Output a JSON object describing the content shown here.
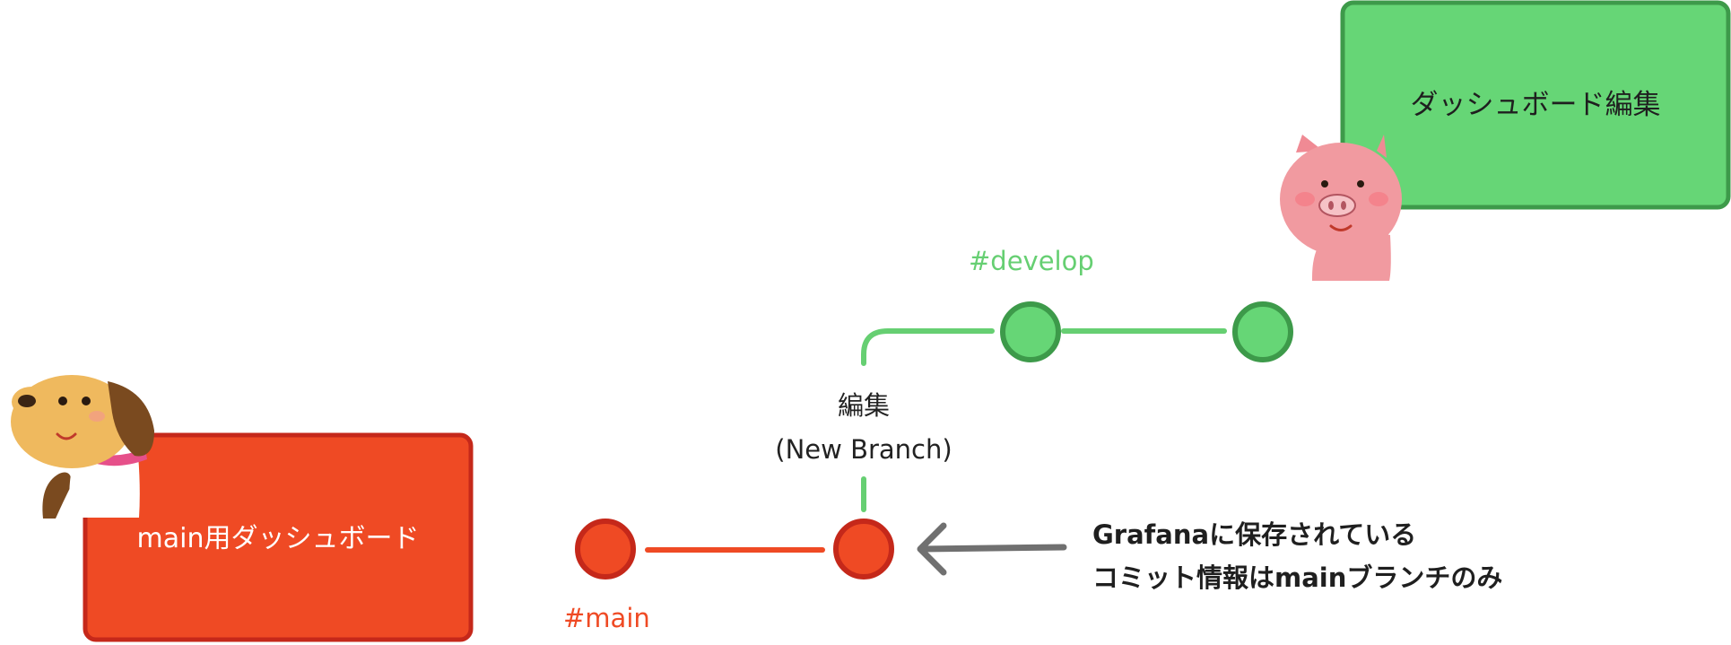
{
  "boxes": {
    "main": {
      "label": "main用ダッシュボード",
      "fill": "#ef4a24",
      "border": "#c5281a"
    },
    "develop": {
      "label": "ダッシュボード編集",
      "fill": "#66d676",
      "border": "#3d9a4a"
    }
  },
  "branches": {
    "develop": {
      "tag": "#develop",
      "color": "#66cf72",
      "commit_fill": "#66d676",
      "commit_border": "#3d9a4a"
    },
    "main": {
      "tag": "#main",
      "color": "#ef4a24",
      "commit_fill": "#ef4a24",
      "commit_border": "#c5281a"
    }
  },
  "branch_note": {
    "line1": "編集",
    "line2": "(New Branch)"
  },
  "commit_note": {
    "line1": "Grafanaに保存されている",
    "line2": "コミット情報はmainブランチのみ"
  },
  "colors": {
    "arrow": "#707070",
    "background": "#ffffff"
  },
  "characters": [
    "dog-illustration",
    "pig-illustration"
  ]
}
